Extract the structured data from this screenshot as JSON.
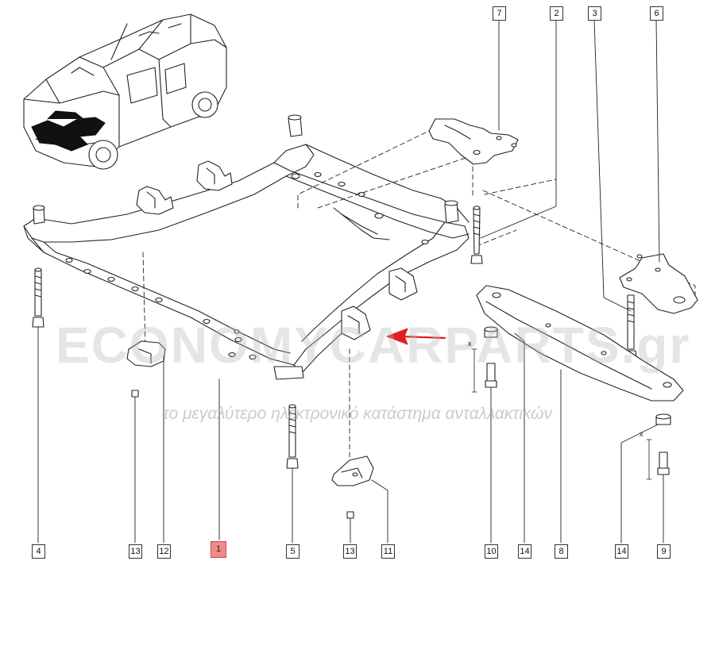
{
  "watermark": {
    "brand": "ECONOMYCARPARTS.gr",
    "tagline": "το μεγαλύτερο ηλεκτρονικό κατάστημα ανταλλακτικών"
  },
  "highlight_color": "#f08a8a",
  "arrow_color": "#e02020",
  "x_marks": [
    "x",
    "x"
  ],
  "callouts": [
    {
      "id": "c7",
      "label": "7"
    },
    {
      "id": "c2",
      "label": "2"
    },
    {
      "id": "c3",
      "label": "3"
    },
    {
      "id": "c6",
      "label": "6"
    },
    {
      "id": "c4",
      "label": "4"
    },
    {
      "id": "c13a",
      "label": "13"
    },
    {
      "id": "c12",
      "label": "12"
    },
    {
      "id": "c1",
      "label": "1",
      "highlighted": true
    },
    {
      "id": "c5",
      "label": "5"
    },
    {
      "id": "c13b",
      "label": "13"
    },
    {
      "id": "c11",
      "label": "11"
    },
    {
      "id": "c10",
      "label": "10"
    },
    {
      "id": "c14a",
      "label": "14"
    },
    {
      "id": "c8",
      "label": "8"
    },
    {
      "id": "c14b",
      "label": "14"
    },
    {
      "id": "c9",
      "label": "9"
    }
  ]
}
